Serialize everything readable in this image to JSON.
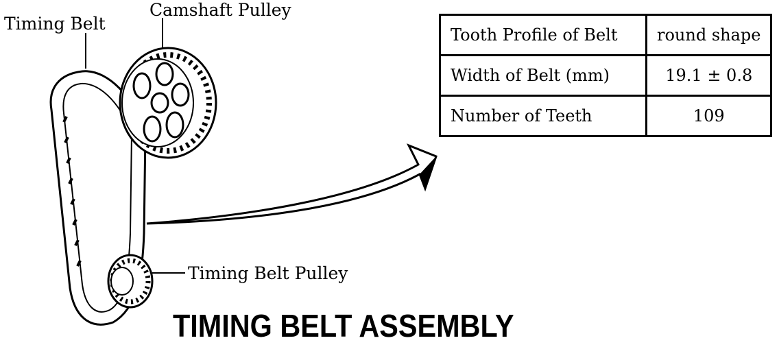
{
  "labels": {
    "timing_belt": "Timing Belt",
    "camshaft_pulley": "Camshaft Pulley",
    "timing_belt_pulley": "Timing Belt Pulley"
  },
  "title": "TIMING BELT ASSEMBLY",
  "spec_table": {
    "rows": [
      {
        "parameter": "Tooth Profile of Belt",
        "value": "round shape"
      },
      {
        "parameter": "Width of Belt (mm)",
        "value": "19.1 ± 0.8"
      },
      {
        "parameter": "Number of Teeth",
        "value": "109"
      }
    ]
  },
  "colors": {
    "ink": "#000000",
    "paper": "#ffffff"
  }
}
